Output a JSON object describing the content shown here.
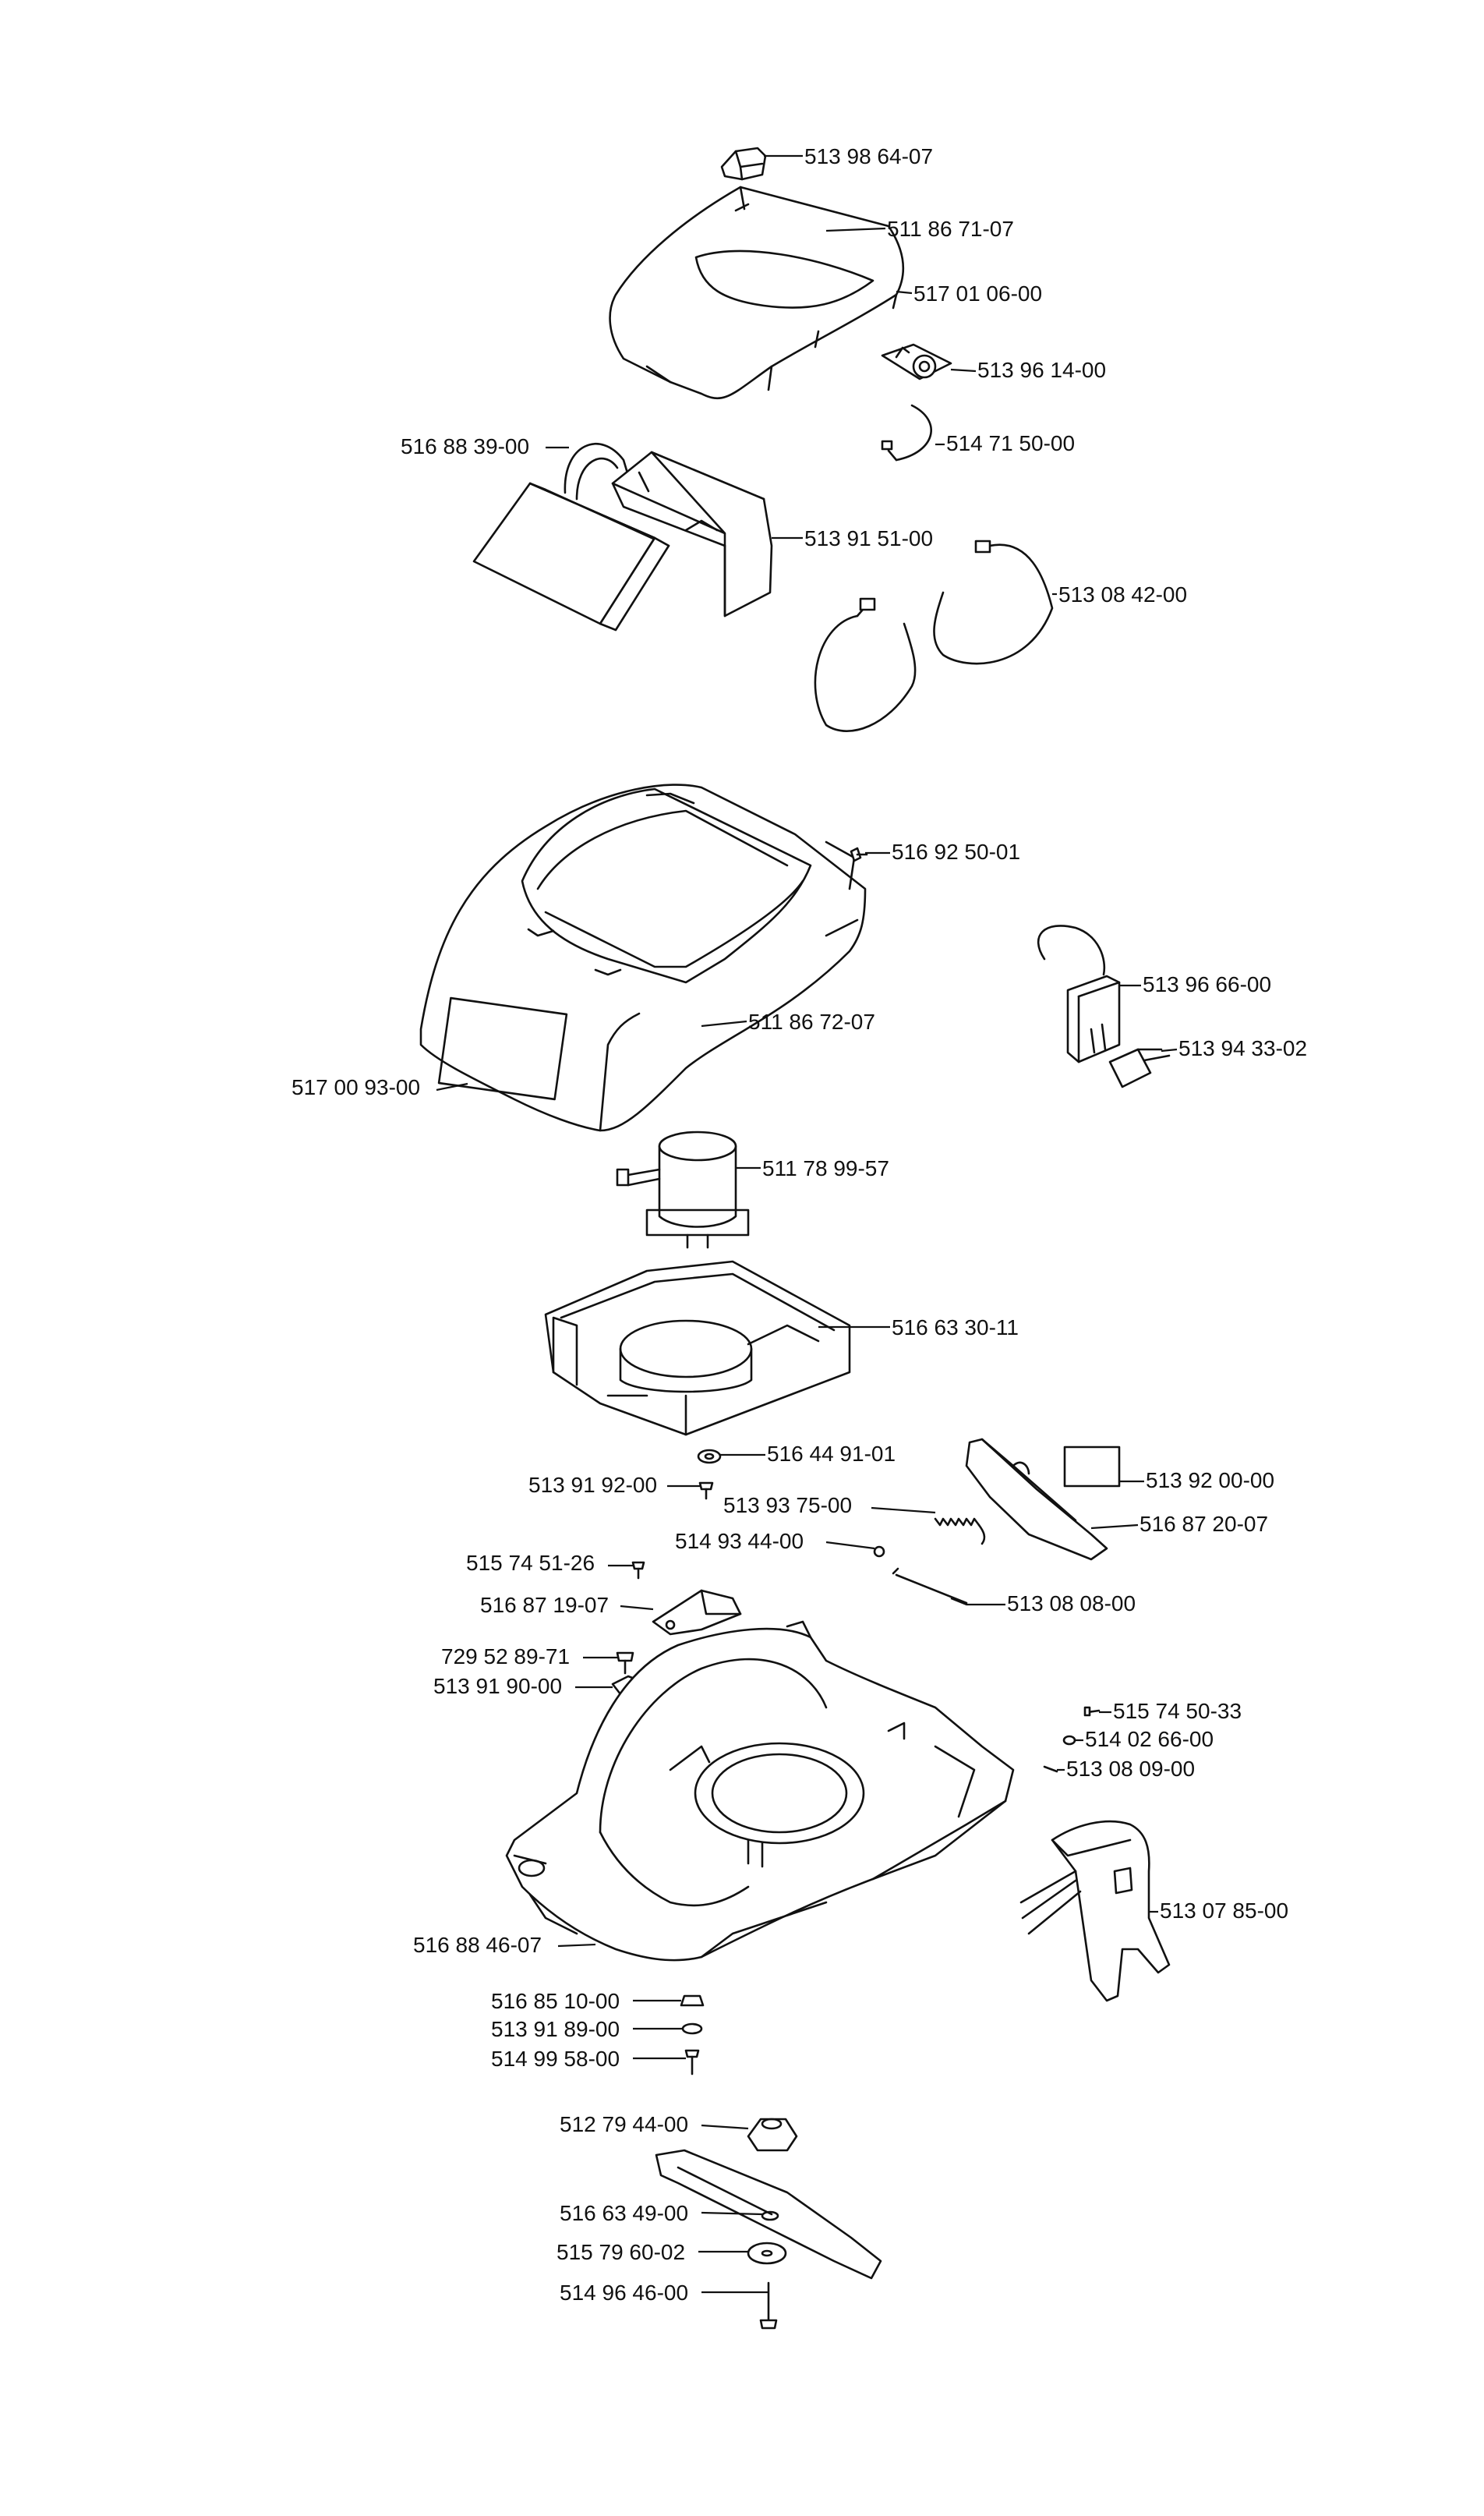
{
  "diagram": {
    "parts": [
      {
        "id": "p1",
        "number": "513 98 64-07"
      },
      {
        "id": "p2",
        "number": "511 86 71-07"
      },
      {
        "id": "p3",
        "number": "517 01 06-00"
      },
      {
        "id": "p4",
        "number": "513 96 14-00"
      },
      {
        "id": "p5",
        "number": "514 71 50-00"
      },
      {
        "id": "p6",
        "number": "516 88 39-00"
      },
      {
        "id": "p7",
        "number": "513 91 51-00"
      },
      {
        "id": "p8",
        "number": "513 08 42-00"
      },
      {
        "id": "p9",
        "number": "516 92 50-01"
      },
      {
        "id": "p10",
        "number": "513 96 66-00"
      },
      {
        "id": "p11",
        "number": "513 94 33-02"
      },
      {
        "id": "p12",
        "number": "511 86 72-07"
      },
      {
        "id": "p13",
        "number": "517 00 93-00"
      },
      {
        "id": "p14",
        "number": "511 78 99-57"
      },
      {
        "id": "p15",
        "number": "516 63 30-11"
      },
      {
        "id": "p16",
        "number": "516 44 91-01"
      },
      {
        "id": "p17",
        "number": "513 91 92-00"
      },
      {
        "id": "p18",
        "number": "513 92 00-00"
      },
      {
        "id": "p19",
        "number": "513 93 75-00"
      },
      {
        "id": "p20",
        "number": "516 87 20-07"
      },
      {
        "id": "p21",
        "number": "514 93 44-00"
      },
      {
        "id": "p22",
        "number": "515 74 51-26"
      },
      {
        "id": "p23",
        "number": "516 87 19-07"
      },
      {
        "id": "p24",
        "number": "513 08 08-00"
      },
      {
        "id": "p25",
        "number": "729 52 89-71"
      },
      {
        "id": "p26",
        "number": "513 91 90-00"
      },
      {
        "id": "p27",
        "number": "515 74 50-33"
      },
      {
        "id": "p28",
        "number": "514 02 66-00"
      },
      {
        "id": "p29",
        "number": "513 08 09-00"
      },
      {
        "id": "p30",
        "number": "513 07 85-00"
      },
      {
        "id": "p31",
        "number": "516 88 46-07"
      },
      {
        "id": "p32",
        "number": "516 85 10-00"
      },
      {
        "id": "p33",
        "number": "513 91 89-00"
      },
      {
        "id": "p34",
        "number": "514 99 58-00"
      },
      {
        "id": "p35",
        "number": "512 79 44-00"
      },
      {
        "id": "p36",
        "number": "516 63 49-00"
      },
      {
        "id": "p37",
        "number": "515 79 60-02"
      },
      {
        "id": "p38",
        "number": "514 96 46-00"
      }
    ]
  }
}
